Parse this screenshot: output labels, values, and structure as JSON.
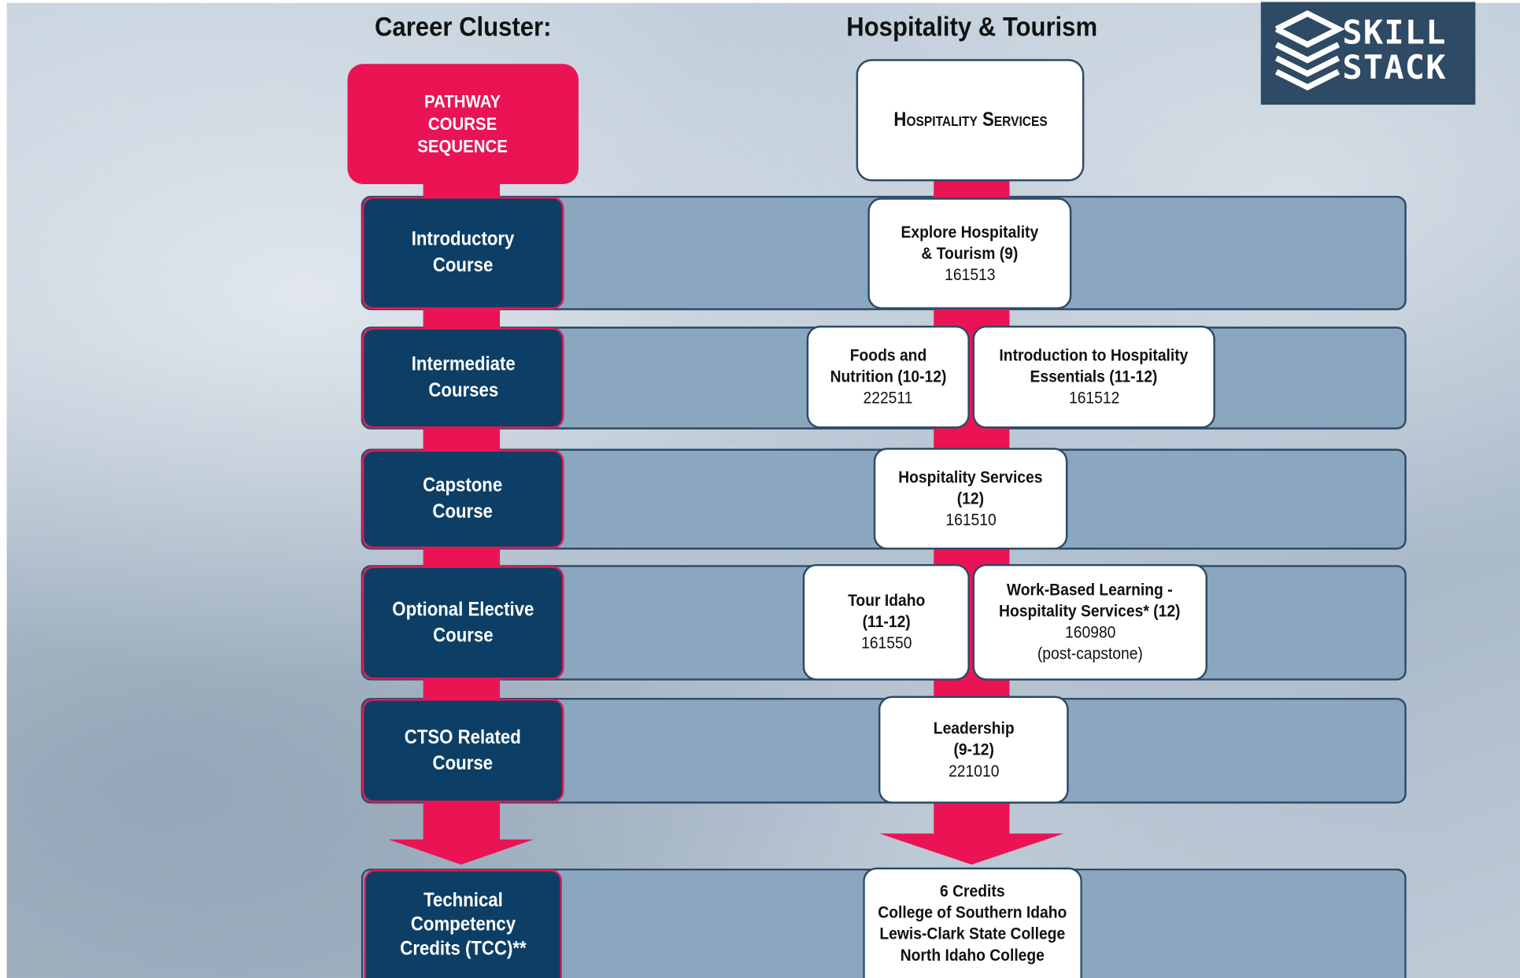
{
  "header": {
    "cluster_label": "Career Cluster:",
    "cluster_name": "Hospitality & Tourism"
  },
  "logo": {
    "line1": "SKILL",
    "line2": "STACK"
  },
  "pathway_label": "PATHWAY\nCOURSE\nSEQUENCE",
  "pathway_title": "Hospitality Services",
  "levels": [
    {
      "label": "Introductory\nCourse"
    },
    {
      "label": "Intermediate\nCourses"
    },
    {
      "label": "Capstone\nCourse"
    },
    {
      "label": "Optional Elective\nCourse"
    },
    {
      "label": "CTSO Related\nCourse"
    },
    {
      "label": "Technical\nCompetency\nCredits (TCC)**"
    }
  ],
  "courses": {
    "intro": {
      "title": "Explore Hospitality\n& Tourism (9)",
      "code": "161513"
    },
    "inter1": {
      "title": "Foods and\nNutrition (10-12)",
      "code": "222511"
    },
    "inter2": {
      "title": "Introduction to  Hospitality\nEssentials (11-12)",
      "code": "161512"
    },
    "capstone": {
      "title": "Hospitality Services\n(12)",
      "code": "161510"
    },
    "elective1": {
      "title": "Tour Idaho\n(11-12)",
      "code": "161550"
    },
    "elective2": {
      "title": "Work-Based Learning -\nHospitality Services* (12)",
      "code": "160980",
      "note": "(post-capstone)"
    },
    "ctso": {
      "title": "Leadership\n(9-12)",
      "code": "221010"
    },
    "tcc": {
      "title": "6 Credits\nCollege of Southern Idaho\nLewis-Clark State College\nNorth Idaho College"
    }
  },
  "colors": {
    "accent": "#ea1454",
    "navy": "#0d3f66",
    "stripe": "#8ba6bf",
    "logo_bg": "#2e4a64"
  }
}
